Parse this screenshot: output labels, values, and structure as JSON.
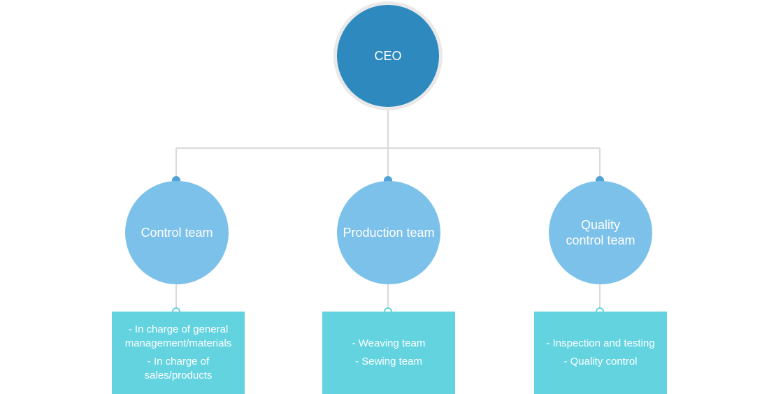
{
  "colors": {
    "ceo": "#2e89bf",
    "team": "#7cc1ea",
    "box": "#63d3e0",
    "line": "#d9d9d9",
    "dot": "#4fa3d6"
  },
  "ceo": {
    "label": "CEO"
  },
  "teams": [
    {
      "label": "Control team",
      "duties": [
        "- In charge of general\nmanagement/materials",
        "- In charge of\nsales/products"
      ]
    },
    {
      "label": "Production team",
      "duties": [
        "- Weaving team",
        "- Sewing team"
      ]
    },
    {
      "label": "Quality\ncontrol team",
      "duties": [
        "- Inspection and testing",
        "- Quality control"
      ]
    }
  ]
}
